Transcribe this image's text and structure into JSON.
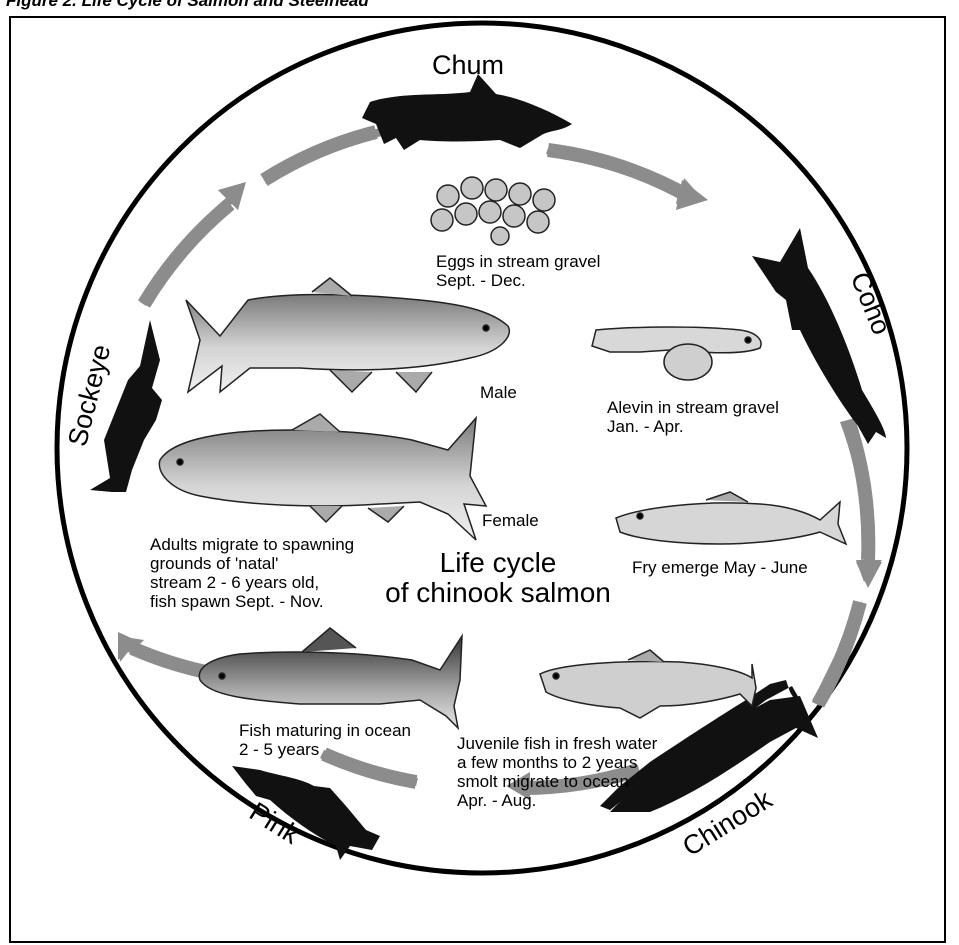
{
  "figure": {
    "title": "Figure 2.  Life Cycle of Salmon and Steelhead"
  },
  "center_title": {
    "line1": "Life cycle",
    "line2": "of chinook salmon"
  },
  "species": {
    "chum": "Chum",
    "coho": "Coho",
    "chinook": "Chinook",
    "pink": "Pink",
    "sockeye": "Sockeye"
  },
  "stages": {
    "eggs": {
      "line1": "Eggs in stream gravel",
      "line2": "Sept. - Dec."
    },
    "alevin": {
      "line1": "Alevin in stream gravel",
      "line2": "Jan. - Apr."
    },
    "fry": {
      "line1": "Fry emerge May - June"
    },
    "juvenile": {
      "line1": "Juvenile fish in fresh water",
      "line2": "a few months to 2 years",
      "line3": "smolt migrate to ocean",
      "line4": "Apr. - Aug."
    },
    "ocean": {
      "line1": "Fish maturing in ocean",
      "line2": "2 - 5 years"
    },
    "adults": {
      "line1": "Adults migrate to spawning",
      "line2": "grounds of 'natal'",
      "line3": "stream 2 - 6 years old,",
      "line4": "fish spawn Sept. - Nov."
    },
    "male": "Male",
    "female": "Female"
  },
  "colors": {
    "cycle_arrow": "#8c8c8c",
    "ring": "#000000",
    "silhouette": "#111111",
    "fish_fill": "#c4c4c4"
  }
}
